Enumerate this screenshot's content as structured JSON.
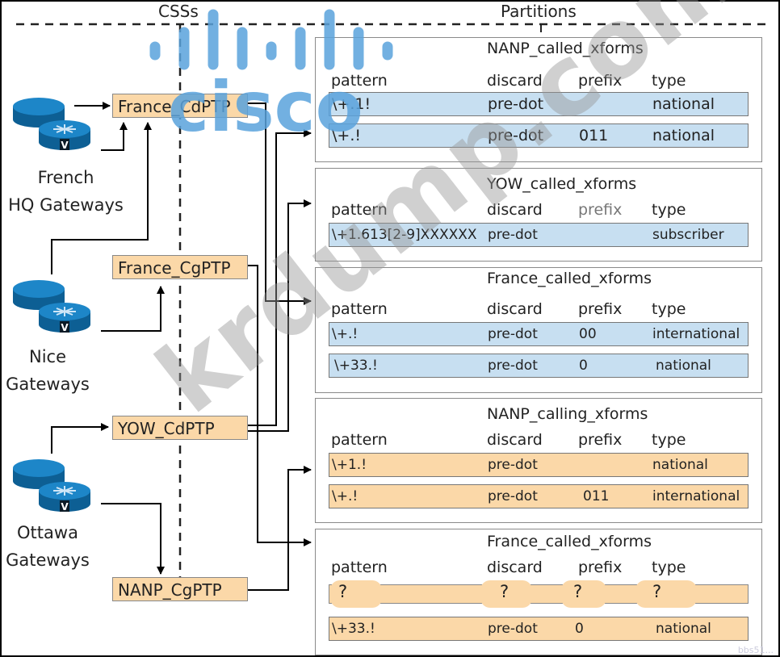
{
  "headers": {
    "css_section": "CSSs",
    "partitions_section": "Partitions"
  },
  "gateways": [
    {
      "id": "french-hq",
      "lines": [
        "French",
        "HQ Gateways"
      ]
    },
    {
      "id": "nice",
      "lines": [
        "Nice",
        "Gateways"
      ]
    },
    {
      "id": "ottawa",
      "lines": [
        "Ottawa",
        "Gateways"
      ]
    }
  ],
  "router_icon_glyph": "V",
  "partition_tags": [
    {
      "id": "france-cdptp",
      "label": "France_CdPTP"
    },
    {
      "id": "france-cgptp",
      "label": "France_CgPTP"
    },
    {
      "id": "yow-cdptp",
      "label": "YOW_CdPTP"
    },
    {
      "id": "nanp-cgptp",
      "label": "NANP_CgPTP"
    }
  ],
  "columns": [
    "pattern",
    "discard",
    "prefix",
    "type"
  ],
  "partitions": [
    {
      "title": "NANP_called_xforms",
      "color": "blue",
      "rows": [
        {
          "pattern": "\\+.1!",
          "discard": "pre-dot",
          "prefix": "",
          "type": "national"
        },
        {
          "pattern": "\\+.!",
          "discard": "pre-dot",
          "prefix": "011",
          "type": "national"
        }
      ]
    },
    {
      "title": "YOW_called_xforms",
      "color": "blue",
      "rows": [
        {
          "pattern": "\\+1.613[2-9]XXXXXX",
          "discard": "pre-dot",
          "prefix": "",
          "type": "subscriber"
        }
      ]
    },
    {
      "title": "France_called_xforms",
      "color": "blue",
      "rows": [
        {
          "pattern": "\\+.!",
          "discard": "pre-dot",
          "prefix": "00",
          "type": "international"
        },
        {
          "pattern": "\\+33.!",
          "discard": "pre-dot",
          "prefix": "0",
          "type": "national"
        }
      ]
    },
    {
      "title": "NANP_calling_xforms",
      "color": "orange",
      "rows": [
        {
          "pattern": "\\+1.!",
          "discard": "pre-dot",
          "prefix": "",
          "type": "national"
        },
        {
          "pattern": "\\+.!",
          "discard": "pre-dot",
          "prefix": "011",
          "type": "international"
        }
      ]
    },
    {
      "title": "France_called_xforms",
      "color": "orange",
      "unknown_row": {
        "pattern": "?",
        "discard": "?",
        "prefix": "?",
        "type": "?"
      },
      "rows": [
        {
          "pattern": "\\+33.!",
          "discard": "pre-dot",
          "prefix": "0",
          "type": "national"
        }
      ]
    }
  ],
  "watermarks": {
    "brand": "cisco",
    "site": "krdump.com",
    "corner": "bbs51..."
  },
  "colors": {
    "blue_row": "#c7dff1",
    "orange_row": "#fbd8a8",
    "router": "#1a7dbf",
    "cisco_watermark": "#5aa3dc"
  }
}
